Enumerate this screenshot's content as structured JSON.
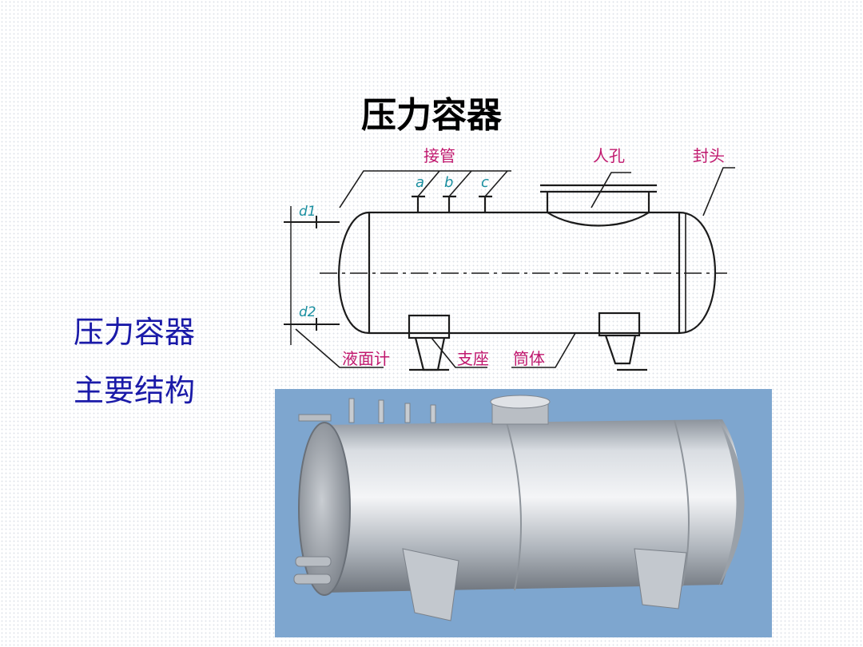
{
  "title": "压力容器",
  "side": {
    "line1": "压力容器",
    "line2": "主要结构"
  },
  "diagram": {
    "labels": {
      "nozzle": "接管",
      "manhole": "人孔",
      "head": "封头",
      "level_gauge": "液面计",
      "support": "支座",
      "shell": "筒体",
      "a": "a",
      "b": "b",
      "c": "c",
      "d1": "d1",
      "d2": "d2"
    }
  },
  "colors": {
    "title": "#000000",
    "side_text": "#1a1aa8",
    "label_text": "#c0186e",
    "letter_text": "#1a8fa0",
    "line": "#1b1b1b",
    "photo_bg": "#7ea6cf"
  }
}
